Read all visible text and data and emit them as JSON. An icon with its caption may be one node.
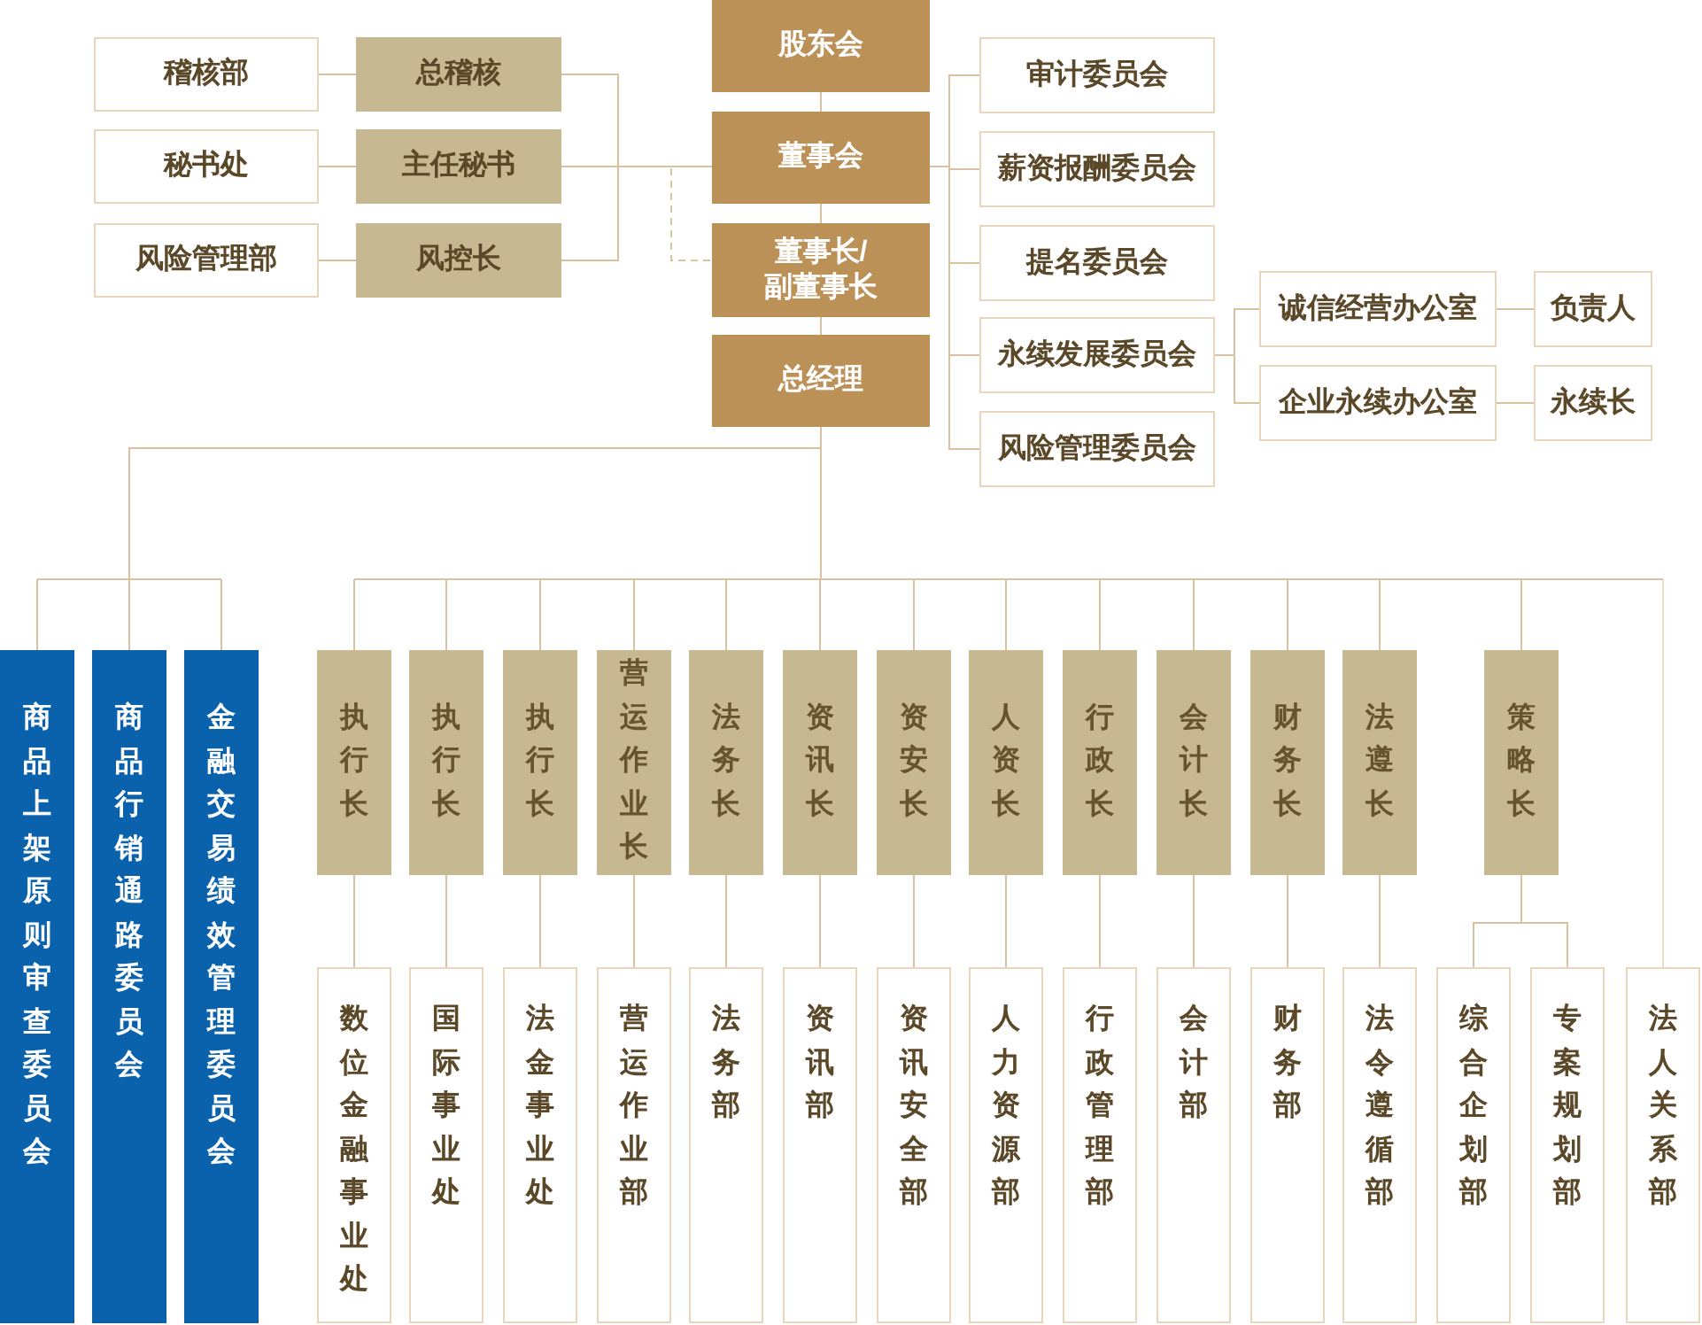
{
  "diagram": {
    "nodes": [
      {
        "text": [
          "股东会"
        ]
      },
      {
        "text": [
          "董事会"
        ]
      },
      {
        "text": [
          "董事长/副董事长"
        ]
      },
      {
        "text": [
          "总经理"
        ]
      },
      {
        "text": [
          "稽核部"
        ]
      },
      {
        "text": [
          "总稽核"
        ]
      },
      {
        "text": [
          "秘书处"
        ]
      },
      {
        "text": [
          "主任秘书"
        ]
      },
      {
        "text": [
          "风险管理部"
        ]
      },
      {
        "text": [
          "风控长"
        ]
      },
      {
        "text": [
          "审计委员会"
        ]
      },
      {
        "text": [
          "薪资报酬委员会"
        ]
      },
      {
        "text": [
          "提名委员会"
        ]
      },
      {
        "text": [
          "永续发展委员会"
        ]
      },
      {
        "text": [
          "风险管理委员会"
        ]
      },
      {
        "text": [
          "诚信经营办公室"
        ]
      },
      {
        "text": [
          "负责人"
        ]
      },
      {
        "text": [
          "企业永续办公室"
        ]
      },
      {
        "text": [
          "永续长"
        ]
      },
      {
        "text": [
          "商品上架原则审查委员会"
        ]
      },
      {
        "text": [
          "商品行销通路委员会"
        ]
      },
      {
        "text": [
          "金融交易绩效管理委员会"
        ]
      },
      {
        "text": [
          "执行长"
        ]
      },
      {
        "text": [
          "执行长"
        ]
      },
      {
        "text": [
          "执行长"
        ]
      },
      {
        "text": [
          "营运作业长"
        ]
      },
      {
        "text": [
          "法务长"
        ]
      },
      {
        "text": [
          "资讯长"
        ]
      },
      {
        "text": [
          "资安长"
        ]
      },
      {
        "text": [
          "人资长"
        ]
      },
      {
        "text": [
          "行政长"
        ]
      },
      {
        "text": [
          "会计长"
        ]
      },
      {
        "text": [
          "财务长"
        ]
      },
      {
        "text": [
          "法遵长"
        ]
      },
      {
        "text": [
          "策略长"
        ]
      },
      {
        "text": [
          "数位金融事业处"
        ]
      },
      {
        "text": [
          "国际事业处"
        ]
      },
      {
        "text": [
          "法金事业处"
        ]
      },
      {
        "text": [
          "营运作业部"
        ]
      },
      {
        "text": [
          "法务部"
        ]
      },
      {
        "text": [
          "资讯部"
        ]
      },
      {
        "text": [
          "资讯安全部"
        ]
      },
      {
        "text": [
          "人力资源部"
        ]
      },
      {
        "text": [
          "行政管理部"
        ]
      },
      {
        "text": [
          "会计部"
        ]
      },
      {
        "text": [
          "财务部"
        ]
      },
      {
        "text": [
          "法令遵循部"
        ]
      },
      {
        "text": [
          "综合企划部"
        ]
      },
      {
        "text": [
          "专案规划部"
        ]
      },
      {
        "text": [
          "法人关系部"
        ]
      }
    ],
    "edges": [
      {
        "from": 0,
        "to": 1,
        "arrow": "none"
      },
      {
        "from": 1,
        "to": 2,
        "arrow": "none"
      },
      {
        "from": 2,
        "to": 3,
        "arrow": "none"
      },
      {
        "from": 5,
        "to": 4,
        "arrow": "none"
      },
      {
        "from": 7,
        "to": 6,
        "arrow": "none"
      },
      {
        "from": 9,
        "to": 8,
        "arrow": "none"
      },
      {
        "from": 5,
        "to": 1,
        "arrow": "none"
      },
      {
        "from": 7,
        "to": 1,
        "arrow": "none"
      },
      {
        "from": 9,
        "to": 1,
        "arrow": "none"
      },
      {
        "from": 7,
        "to": 2,
        "arrow": "none",
        "style": "dashed"
      },
      {
        "from": 1,
        "to": 10,
        "arrow": "none"
      },
      {
        "from": 1,
        "to": 11,
        "arrow": "none"
      },
      {
        "from": 1,
        "to": 12,
        "arrow": "none"
      },
      {
        "from": 1,
        "to": 13,
        "arrow": "none"
      },
      {
        "from": 1,
        "to": 14,
        "arrow": "none"
      },
      {
        "from": 13,
        "to": 15,
        "arrow": "none"
      },
      {
        "from": 13,
        "to": 17,
        "arrow": "none"
      },
      {
        "from": 15,
        "to": 16,
        "arrow": "none"
      },
      {
        "from": 17,
        "to": 18,
        "arrow": "none"
      },
      {
        "from": 3,
        "to": 19,
        "arrow": "none"
      },
      {
        "from": 3,
        "to": 20,
        "arrow": "none"
      },
      {
        "from": 3,
        "to": 21,
        "arrow": "none"
      },
      {
        "from": 3,
        "to": 22,
        "arrow": "none"
      },
      {
        "from": 3,
        "to": 23,
        "arrow": "none"
      },
      {
        "from": 3,
        "to": 24,
        "arrow": "none"
      },
      {
        "from": 3,
        "to": 25,
        "arrow": "none"
      },
      {
        "from": 3,
        "to": 26,
        "arrow": "none"
      },
      {
        "from": 3,
        "to": 27,
        "arrow": "none"
      },
      {
        "from": 3,
        "to": 28,
        "arrow": "none"
      },
      {
        "from": 3,
        "to": 29,
        "arrow": "none"
      },
      {
        "from": 3,
        "to": 30,
        "arrow": "none"
      },
      {
        "from": 3,
        "to": 31,
        "arrow": "none"
      },
      {
        "from": 3,
        "to": 32,
        "arrow": "none"
      },
      {
        "from": 3,
        "to": 33,
        "arrow": "none"
      },
      {
        "from": 3,
        "to": 34,
        "arrow": "none"
      },
      {
        "from": 3,
        "to": 49,
        "arrow": "none",
        "color": "#eadcc6"
      },
      {
        "from": 22,
        "to": 35,
        "arrow": "none"
      },
      {
        "from": 23,
        "to": 36,
        "arrow": "none"
      },
      {
        "from": 24,
        "to": 37,
        "arrow": "none"
      },
      {
        "from": 25,
        "to": 38,
        "arrow": "none"
      },
      {
        "from": 26,
        "to": 39,
        "arrow": "none"
      },
      {
        "from": 27,
        "to": 40,
        "arrow": "none"
      },
      {
        "from": 28,
        "to": 41,
        "arrow": "none"
      },
      {
        "from": 29,
        "to": 42,
        "arrow": "none"
      },
      {
        "from": 30,
        "to": 43,
        "arrow": "none"
      },
      {
        "from": 31,
        "to": 44,
        "arrow": "none"
      },
      {
        "from": 32,
        "to": 45,
        "arrow": "none"
      },
      {
        "from": 33,
        "to": 46,
        "arrow": "none"
      },
      {
        "from": 34,
        "to": 47,
        "arrow": "none"
      },
      {
        "from": 34,
        "to": 48,
        "arrow": "none"
      }
    ]
  }
}
